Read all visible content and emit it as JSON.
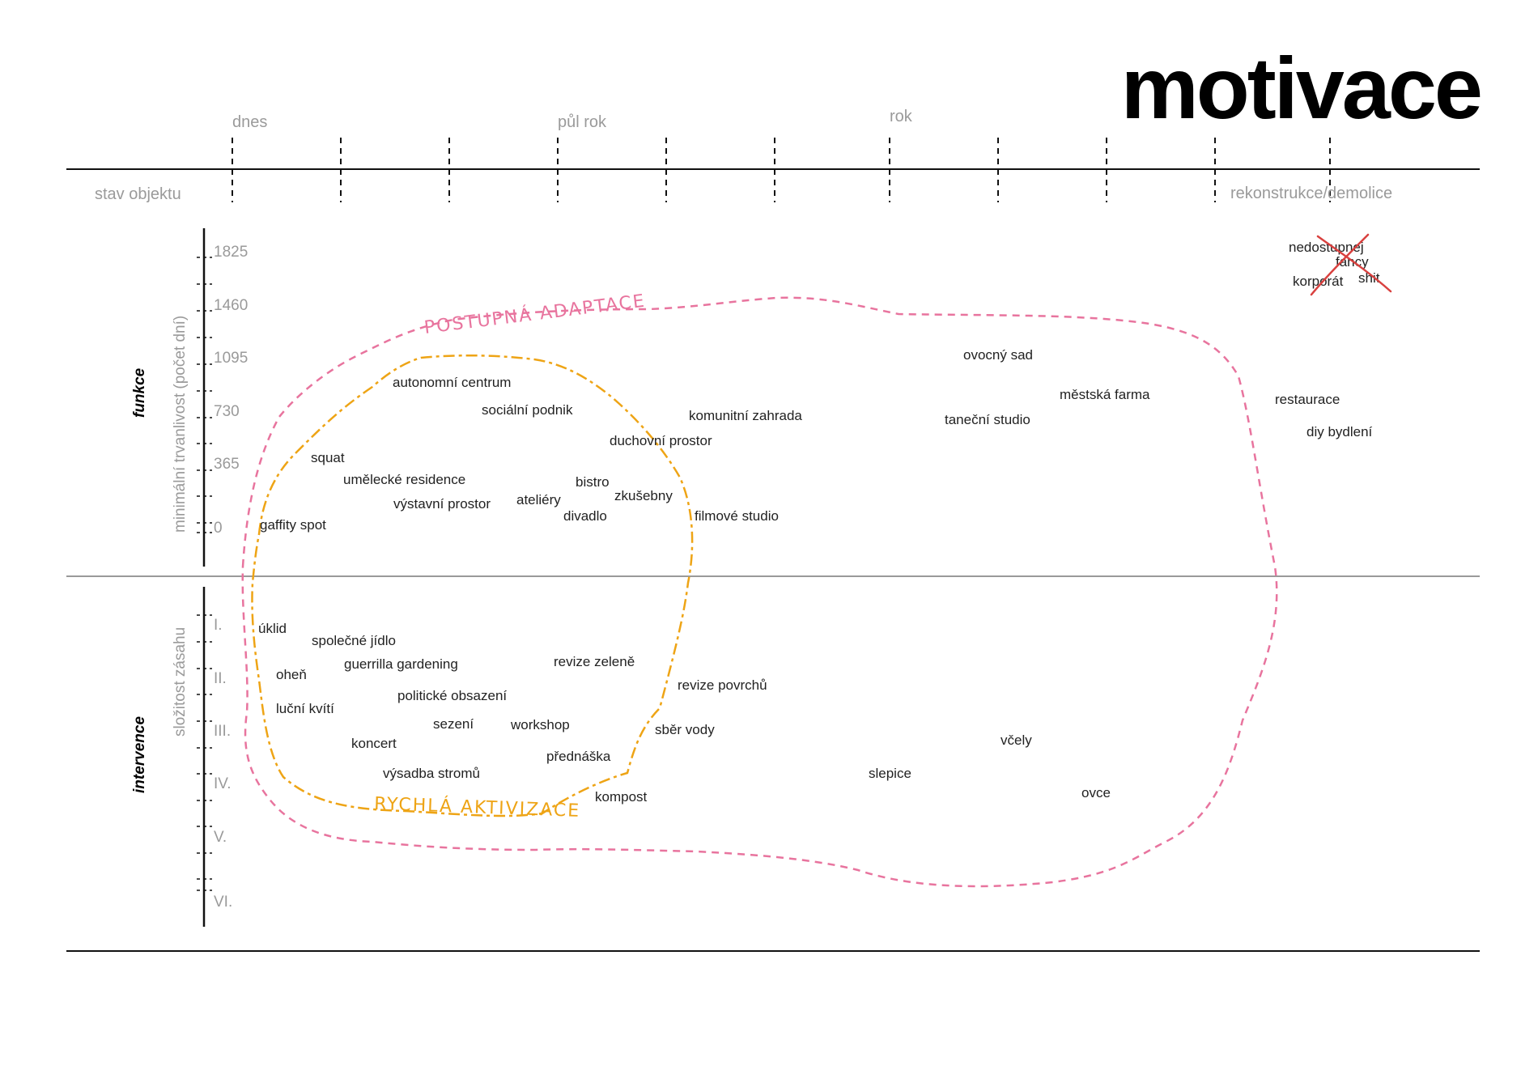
{
  "title": "motivace",
  "timeline": {
    "labels": [
      "dnes",
      "půl rok",
      "rok"
    ],
    "start_label": "stav objektu",
    "end_label": "rekonstrukce/demolice"
  },
  "sections": {
    "upper": "funkce",
    "lower": "intervence"
  },
  "axes": {
    "upper_title": "minimální trvanlivost (počet dní)",
    "upper_ticks": [
      "1825",
      "1460",
      "1095",
      "730",
      "365",
      "0"
    ],
    "lower_title": "složitost zásahu",
    "lower_ticks": [
      "I.",
      "II.",
      "III.",
      "IV.",
      "V.",
      "VI."
    ]
  },
  "regions": {
    "pink": {
      "label": "POSTUPNÁ ADAPTACE",
      "color": "#e8749e"
    },
    "orange": {
      "label": "RYCHLÁ AKTIVIZACE",
      "color": "#eea415"
    }
  },
  "functions": [
    "autonomní centrum",
    "sociální podnik",
    "komunitní zahrada",
    "duchovní prostor",
    "squat",
    "umělecké residence",
    "výstavní prostor",
    "bistro",
    "ateliéry",
    "zkušebny",
    "divadlo",
    "filmové studio",
    "gaffity spot",
    "ovocný sad",
    "městská farma",
    "taneční studio",
    "restaurace",
    "diy bydlení"
  ],
  "interventions": [
    "úklid",
    "společné jídlo",
    "guerrilla gardening",
    "oheň",
    "revize zeleně",
    "revize povrchů",
    "politické obsazení",
    "luční kvítí",
    "sezení",
    "workshop",
    "sběr vody",
    "koncert",
    "přednáška",
    "výsadba stromů",
    "kompost",
    "včely",
    "slepice",
    "ovce"
  ],
  "crossed_out": [
    "nedostupnej",
    "fancy",
    "korporát",
    "shit"
  ],
  "colors": {
    "cross": "#d9413f",
    "line": "#111111",
    "divider": "#9a9a9a"
  }
}
